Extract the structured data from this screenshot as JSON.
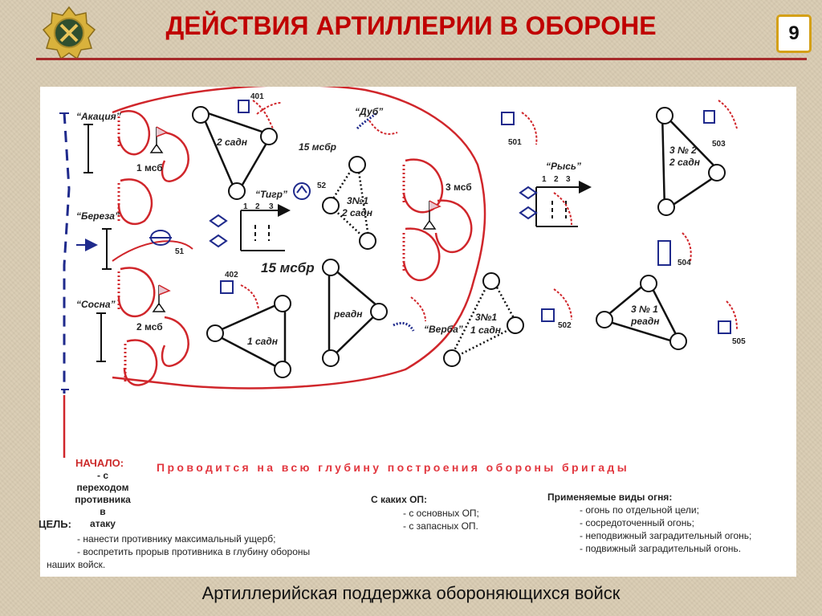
{
  "header": {
    "title": "ДЕЙСТВИЯ АРТИЛЛЕРИИ В ОБОРОНЕ",
    "page_number": "9"
  },
  "caption": "Артиллерийская поддержка обороняющихся войск",
  "diagram": {
    "landmarks": {
      "akatsiya": "“Акация”",
      "bereza": "“Береза”",
      "sosna": "“Сосна”",
      "dub": "“Дуб”",
      "tigr": "“Тигр”",
      "verba": "“Верба”",
      "rys": "“Рысь”"
    },
    "units": {
      "msb1": "1 мсб",
      "msb2": "2 мсб",
      "msb3": "3 мсб",
      "msbr_label": "15 мсбр",
      "msbr_big": "15 мсбр"
    },
    "positions": {
      "sadn2": "2 садн",
      "sadn1": "1 садн",
      "readn": "реадн",
      "zn1_2_a": "3№1",
      "zn1_2_b": "2 садн",
      "zn1_1_a": "3№1",
      "zn1_1_b": "1 садн",
      "zn2_2_a": "3 № 2",
      "zn2_2_b": "2 садн",
      "zn1_r_a": "3  № 1",
      "zn1_r_b": "реадн"
    },
    "numbers": {
      "n401": "401",
      "n402": "402",
      "n501": "501",
      "n502": "502",
      "n503": "503",
      "n504": "504",
      "n505": "505",
      "n51": "51",
      "n52": "52"
    },
    "lanes": {
      "l1": "1",
      "l2": "2",
      "l3": "3"
    }
  },
  "notes": {
    "start_title": "НАЧАЛО:",
    "start_lines": [
      "- с переходом",
      "противника в",
      "атаку"
    ],
    "depth": "Проводится на всю глубину построения обороны бригады",
    "goal_title": "ЦЕЛЬ:",
    "goal_lines": [
      "-   нанести противнику максимальный ущерб;",
      "-   воспретить  прорыв  противника  в  глубину  обороны",
      "наших войск."
    ],
    "op_title": "С каких ОП:",
    "op_lines": [
      "- с основных ОП;",
      "- с запасных ОП."
    ],
    "fire_title": "Применяемые виды огня:",
    "fire_lines": [
      "- огонь по отдельной цели;",
      "- сосредоточенный огонь;",
      "- неподвижный заградительный огонь;",
      "- подвижный заградительный огонь."
    ]
  },
  "colors": {
    "title": "#c00000",
    "accent_line": "#a52a2a",
    "fire_red": "#d0262b",
    "unit_blue": "#1f2a8c",
    "badge_border": "#d4a017"
  }
}
